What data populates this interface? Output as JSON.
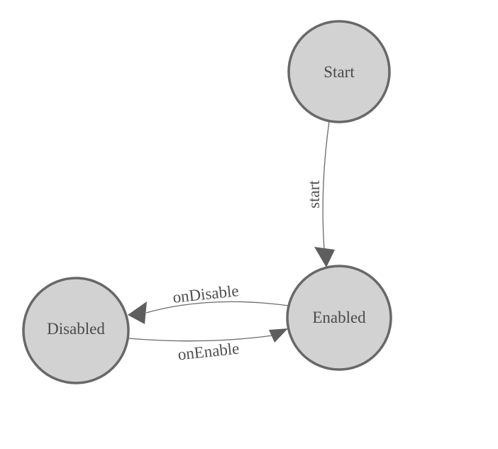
{
  "diagram": {
    "type": "state-machine",
    "background": "#ffffff",
    "colors": {
      "node_fill": "#d2d2d2",
      "node_stroke": "#686868",
      "edge_stroke": "#6a6a6a",
      "arrow_fill": "#5e5e5e",
      "label_text": "#4a4a4a"
    },
    "nodes": [
      {
        "id": "start",
        "label": "Start"
      },
      {
        "id": "enabled",
        "label": "Enabled"
      },
      {
        "id": "disabled",
        "label": "Disabled"
      }
    ],
    "edges": [
      {
        "from": "Start",
        "to": "Enabled",
        "label": "start"
      },
      {
        "from": "Enabled",
        "to": "Disabled",
        "label": "onDisable"
      },
      {
        "from": "Disabled",
        "to": "Enabled",
        "label": "onEnable"
      }
    ]
  }
}
